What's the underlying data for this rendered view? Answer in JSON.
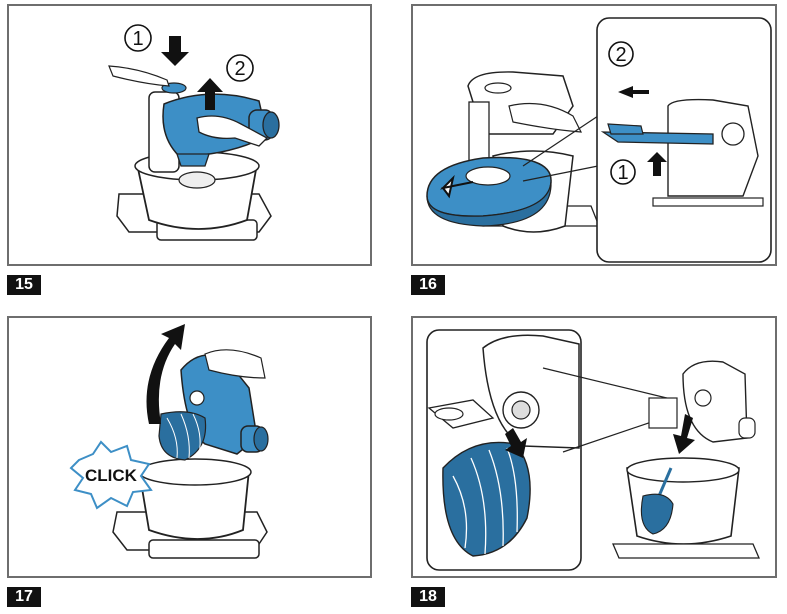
{
  "figures": [
    {
      "number": "15",
      "steps": [
        "1",
        "2"
      ]
    },
    {
      "number": "16",
      "steps": [
        "2",
        "1"
      ]
    },
    {
      "number": "17",
      "callout": "CLICK"
    },
    {
      "number": "18"
    }
  ],
  "colors": {
    "accent": "#3d8fc6",
    "accent_dark": "#2a6f9f",
    "line": "#222222",
    "border": "#6e6e6e",
    "label_bg": "#111111"
  }
}
